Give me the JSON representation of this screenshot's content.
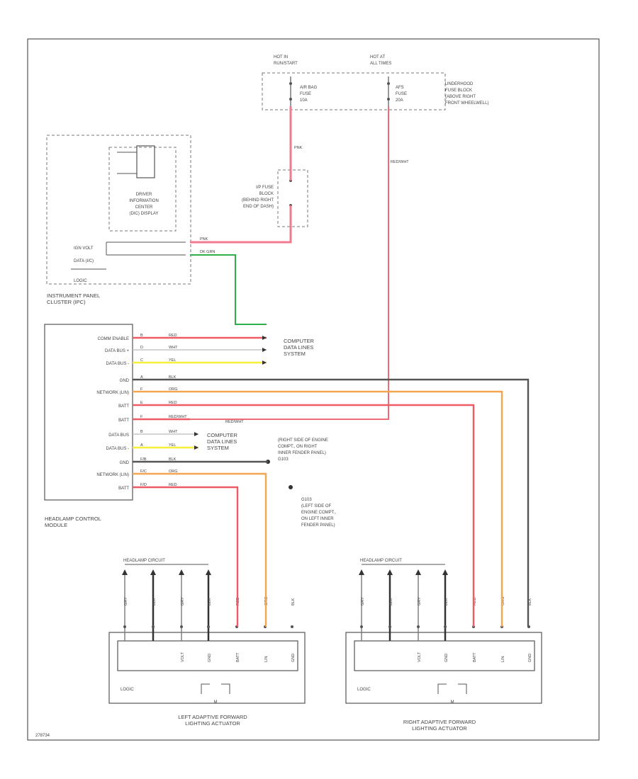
{
  "diagram_id": "278734",
  "colors": {
    "red": "#ee5a66",
    "pink": "#f07b91",
    "green": "#2db04a",
    "orange": "#f4a550",
    "yellow": "#f5ef3a",
    "white_wire": "#bbbbbb",
    "black": "#333333",
    "grey": "#555555"
  },
  "fuse_block": {
    "hot_run_start": "HOT IN\nRUN/START",
    "hot_at_all": "HOT AT\nALL TIMES",
    "underhood_label": "UNDERHOOD\nFUSE BLOCK\n(ABOVE RIGHT\nFRONT WHEELWELL)",
    "airbag_fuse": "AIR BAG\nFUSE\n10A",
    "afs_fuse": "AFS\nFUSE\n20A"
  },
  "ip_fuse_block": "I/P FUSE\nBLOCK\n(BEHIND RIGHT\nEND OF DASH)",
  "dic": {
    "title": "DRIVER\nINFORMATION\nCENTER\n(DIC) DISPLAY",
    "row1": "IGN VOLT",
    "row2": "DATA (I/C)",
    "row3": "LOGIC",
    "module": "INSTRUMENT PANEL\nCLUSTER (IPC)",
    "wire1": "PNK",
    "wire2": "DK GRN"
  },
  "cdls_label": "COMPUTER\nDATA LINES\nSYSTEM",
  "hcm": {
    "title": "HEADLAMP CONTROL\nMODULE",
    "pins": [
      {
        "label": "COMM ENABLE",
        "pin": "B",
        "wire": "RED"
      },
      {
        "label": "DATA BUS +",
        "pin": "D",
        "wire": "WHT"
      },
      {
        "label": "DATA BUS -",
        "pin": "C",
        "wire": "YEL"
      },
      {
        "label": "GND",
        "pin": "A",
        "wire": "BLK"
      },
      {
        "label": "NETWORK (LIN)",
        "pin": "F",
        "wire": "ORG"
      },
      {
        "label": "BATT",
        "pin": "E",
        "wire": "RED"
      },
      {
        "label": "BATT",
        "pin": "F",
        "wire": "RED/WHT"
      },
      {
        "label": "DATA BUS",
        "pin": "B",
        "wire": "WHT"
      },
      {
        "label": "DATA BUS -",
        "pin": "A",
        "wire": "YEL"
      },
      {
        "label": "GND",
        "pin": "F/B",
        "wire": "BLK"
      },
      {
        "label": "NETWORK (LIN)",
        "pin": "F/C",
        "wire": "ORG"
      },
      {
        "label": "BATT",
        "pin": "F/D",
        "wire": "RED"
      }
    ]
  },
  "ground_right": "(RIGHT SIDE OF ENGINE\nCOMPT., ON RIGHT\nINNER FENDER PANEL)\nG103",
  "ground_left": "G103\n(LEFT SIDE OF\nENGINE COMPT.,\nON LEFT INNER\nFENDER PANEL)",
  "headlamp_circuit": "HEADLAMP CIRCUIT",
  "left_aflm": {
    "title": "LEFT ADAPTIVE FORWARD\nLIGHTING ACTUATOR",
    "logic": "LOGIC",
    "motor": "M",
    "wires": [
      "GRY",
      "BLK",
      "GRY",
      "BLK",
      "RED",
      "ORG",
      "BLK"
    ],
    "pins": [
      "VOLT",
      "GND",
      "BATT",
      "LIN",
      "GND"
    ]
  },
  "right_aflm": {
    "title": "RIGHT ADAPTIVE FORWARD\nLIGHTING ACTUATOR",
    "logic": "LOGIC",
    "motor": "M",
    "wires": [
      "GRY",
      "BLK",
      "GRY",
      "BLK",
      "RED",
      "ORG",
      "BLK"
    ],
    "pins": [
      "VOLT",
      "GND",
      "BATT",
      "LIN",
      "GND"
    ]
  },
  "hcm_wire_note": "RED/WHT",
  "airbag_wire": "PNK",
  "afs_wire": "RED/WHT"
}
